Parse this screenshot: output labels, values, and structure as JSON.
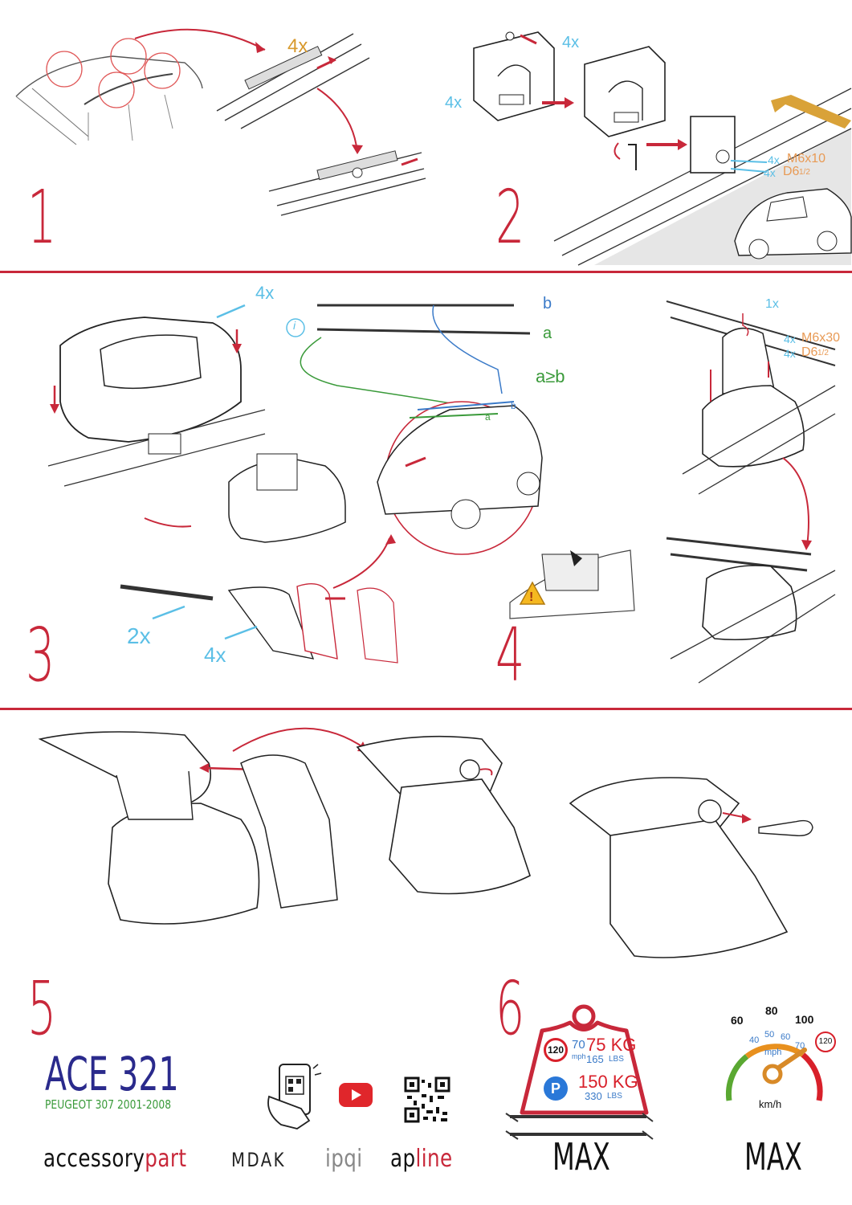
{
  "steps": {
    "s1": "1",
    "s2": "2",
    "s3": "3",
    "s4": "4",
    "s5": "5",
    "s6": "6"
  },
  "step1": {
    "count": "4x"
  },
  "step2": {
    "count_top": "4x",
    "count_left": "4x",
    "bolt_count": "4x",
    "bolt_spec": "M6x10",
    "washer_count": "4x",
    "washer_spec": "D6",
    "washer_frac": "1/2"
  },
  "step3": {
    "count_top": "4x",
    "info_icon": "i",
    "label_b": "b",
    "label_a": "a",
    "rule": "a≥b",
    "small_a": "a",
    "small_b": "b",
    "count_2x": "2x",
    "count_4x": "4x"
  },
  "step4": {
    "key_count": "1x",
    "bolt_count": "4x",
    "bolt_spec": "M6x30",
    "washer_count": "4x",
    "washer_spec": "D6",
    "washer_frac": "1/2"
  },
  "product": {
    "model": "ACE 321",
    "vehicle": "PEUGEOT 307 2001-2008"
  },
  "load": {
    "speed_sign": "120",
    "mph": "70",
    "mph_unit": "mph",
    "drive_kg": "75 KG",
    "drive_lbs": "165",
    "lbs_unit": "LBS",
    "park_sign": "P",
    "park_kg": "150 KG",
    "park_lbs": "330",
    "max": "MAX"
  },
  "speed": {
    "kmh": [
      "60",
      "80",
      "100"
    ],
    "mph": [
      "40",
      "50",
      "60",
      "70"
    ],
    "mph_unit": "mph",
    "limit": "120",
    "unit": "km/h",
    "max": "MAX",
    "colors": {
      "green": "#5aa832",
      "orange": "#e8901e",
      "red": "#d8202a"
    }
  },
  "brands": {
    "accessory": "accessory",
    "part": "part",
    "mdak": "MDAK",
    "ipqi": "ipqi",
    "ap": "ap",
    "line": "line"
  },
  "colors": {
    "accent_red": "#c8283a",
    "cyan": "#5bbfe6",
    "orange": "#e89a55",
    "model_blue": "#2a2a8c",
    "vehicle_green": "#3a9a3a",
    "youtube": "#e0262b"
  }
}
